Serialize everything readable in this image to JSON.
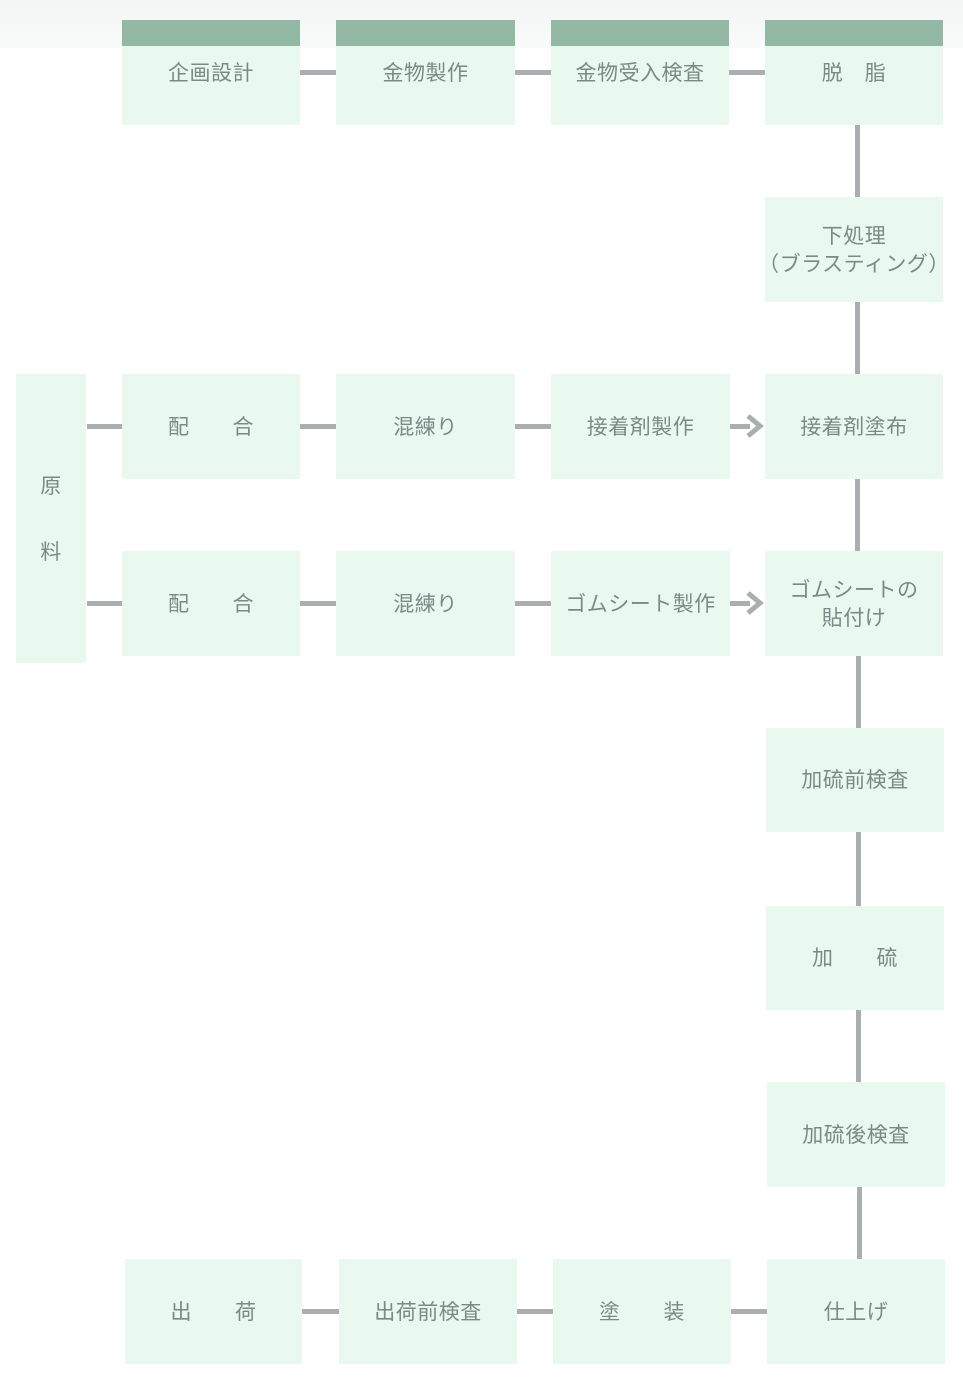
{
  "steps": {
    "planning_design": "企画設計",
    "hardware_fabrication": "金物製作",
    "hardware_receiving_inspection": "金物受入検査",
    "degreasing": "脱　脂",
    "pretreatment": "下処理\n（ブラスティング）",
    "raw_materials": "原\n\n\n料",
    "compounding_1": "配　　合",
    "kneading_1": "混練り",
    "adhesive_production": "接着剤製作",
    "adhesive_application": "接着剤塗布",
    "compounding_2": "配　　合",
    "kneading_2": "混練り",
    "rubber_sheet_production": "ゴムシート製作",
    "rubber_sheet_lamination": "ゴムシートの\n貼付け",
    "pre_vulcanization_inspection": "加硫前検査",
    "vulcanization": "加　　硫",
    "post_vulcanization_inspection": "加硫後検査",
    "finishing": "仕上げ",
    "painting": "塗　　装",
    "pre_shipment_inspection": "出荷前検査",
    "shipment": "出　　荷"
  },
  "colors": {
    "box_fill": "#e9f9f0",
    "header_band": "#93b9a5",
    "connector": "#a9afb0",
    "text": "#7b8a86"
  }
}
